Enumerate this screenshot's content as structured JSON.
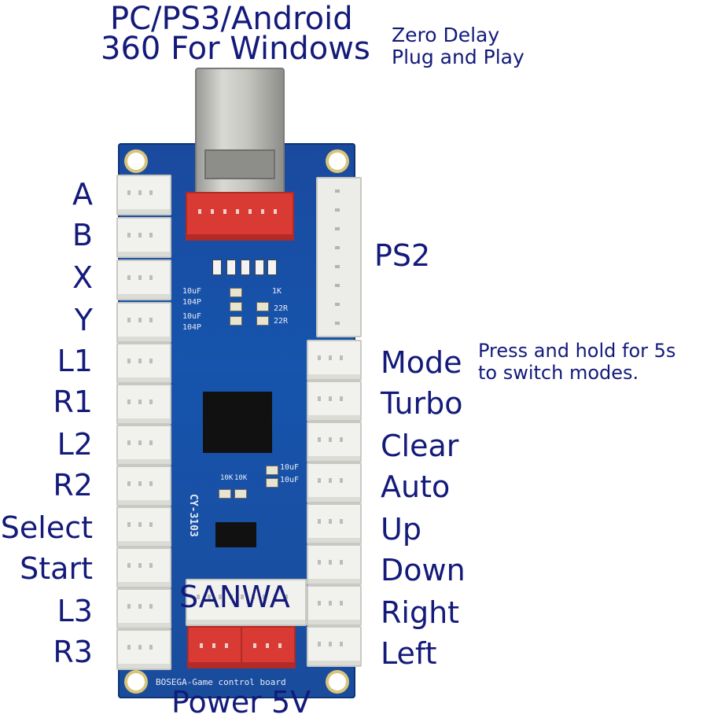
{
  "header": {
    "line1": "PC/PS3/Android",
    "line2": "360 For Windows",
    "side1": "Zero Delay",
    "side2": "Plug and Play"
  },
  "left_labels": [
    "A",
    "B",
    "X",
    "Y",
    "L1",
    "R1",
    "L2",
    "R2",
    "Select",
    "Start",
    "L3",
    "R3"
  ],
  "right_labels": [
    "Mode",
    "Turbo",
    "Clear",
    "Auto",
    "Up",
    "Down",
    "Right",
    "Left"
  ],
  "ps2_label": "PS2",
  "mode_note": {
    "line1": "Press and hold for 5s",
    "line2": "to switch modes."
  },
  "sanwa_label": "SANWA",
  "power_label": "Power 5V",
  "board": {
    "silk_model": "CY-3103",
    "silk_title": "BOSEGA-Game control board",
    "cap1": "10uF",
    "cap2": "10uF",
    "cap3": "10uF",
    "cap4": "10uF",
    "code1": "104P",
    "code2": "104P",
    "res1": "22R",
    "res2": "22R",
    "res3": "10K",
    "res4": "10K",
    "res5": "1K"
  },
  "colors": {
    "label_text": "#131a7a",
    "board_blue": "#1654ad",
    "connector_red": "#d93a33",
    "connector_white": "#f1f1ee"
  }
}
